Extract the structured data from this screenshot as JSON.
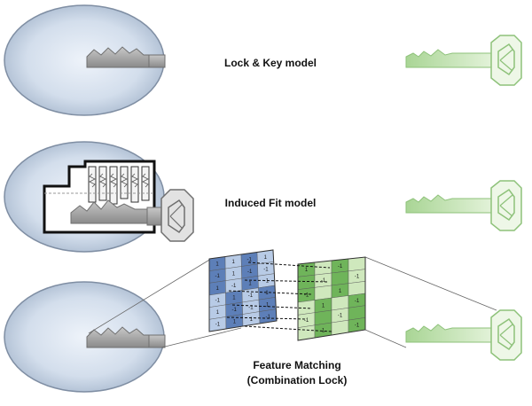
{
  "labels": {
    "lock_and_key": "Lock & Key model",
    "induced_fit": "Induced Fit model",
    "feature_matching_line1": "Feature Matching",
    "feature_matching_line2": "(Combination Lock)"
  },
  "colors": {
    "enzyme_fill_center": "#dfe8f3",
    "enzyme_fill_edge": "#9fb1c8",
    "enzyme_stroke": "#7f8ea3",
    "key_green_light": "#d6ecc8",
    "key_green_dark": "#8ec27a",
    "lock_key_gray": "#9a9a9a",
    "grid_blue_dark": "#5d7fb8",
    "grid_blue_light": "#b8cbe6",
    "grid_green_dark": "#6fb45a",
    "grid_green_light": "#cfe8bd"
  },
  "icons": [
    "enzyme-oval-icon",
    "substrate-key-icon",
    "pin-tumbler-lock-icon",
    "feature-grid-icon"
  ],
  "feature_grids": {
    "blue_values": [
      [
        "1",
        "1",
        "-1",
        "1"
      ],
      [
        "-1",
        "1",
        "-1",
        "-1"
      ],
      [
        "1",
        "-1",
        "1",
        "-1"
      ],
      [
        "-1",
        "1",
        "-1",
        "1"
      ],
      [
        "1",
        "-1",
        "-1",
        "1"
      ],
      [
        "-1",
        "1",
        "1",
        "-1"
      ]
    ],
    "green_values": [
      [
        "1",
        "",
        "-1",
        ""
      ],
      [
        "",
        "-1",
        "",
        "-1"
      ],
      [
        "-1",
        "",
        "1",
        ""
      ],
      [
        "",
        "1",
        "",
        "-1"
      ],
      [
        "-1",
        "",
        "-1",
        ""
      ],
      [
        "",
        "1",
        "",
        "-1"
      ]
    ]
  }
}
